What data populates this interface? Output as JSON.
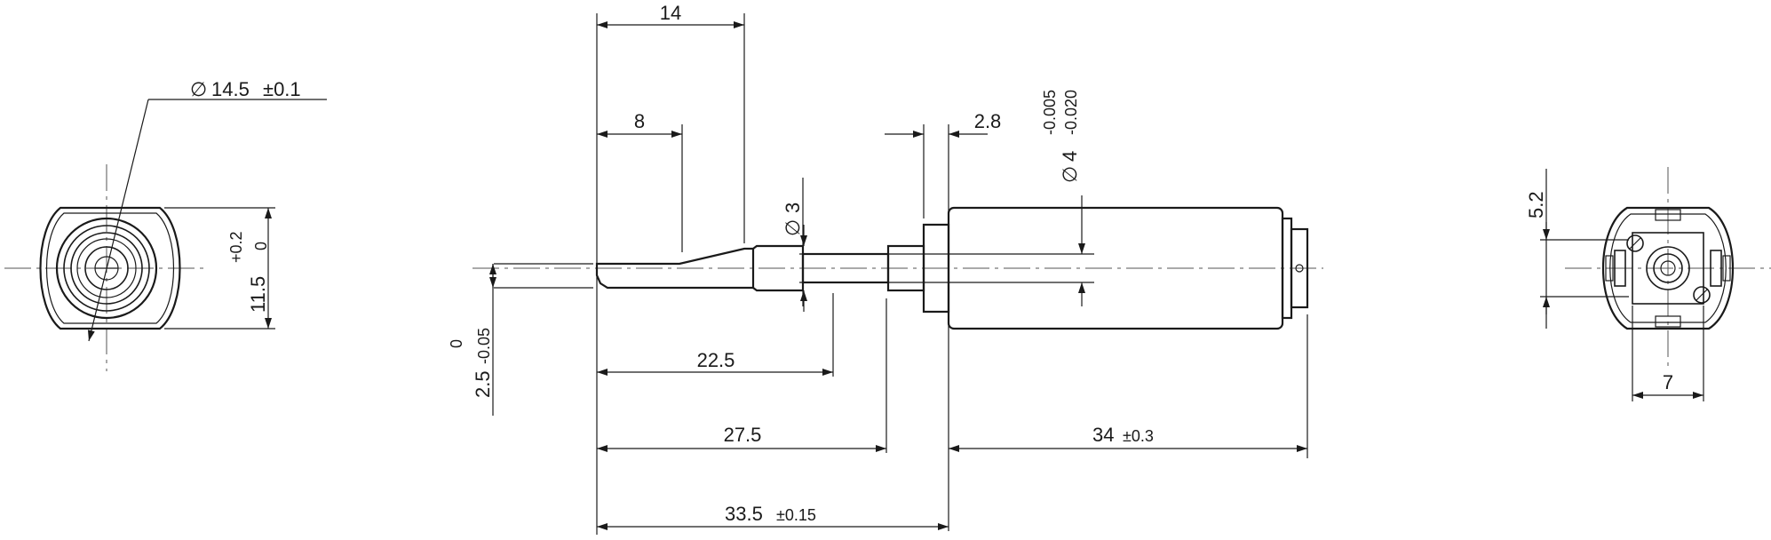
{
  "dimensions": {
    "left_diameter": "14.5",
    "left_diameter_tol": "±0.1",
    "left_height": "11.5",
    "left_height_tol_upper": "+0.2",
    "left_height_tol_lower": "0",
    "len_14": "14",
    "len_8": "8",
    "len_2_8": "2.8",
    "dia_3": "3",
    "dia_4": "4",
    "dia_4_tol_upper": "-0.005",
    "dia_4_tol_lower": "-0.020",
    "shaft_2_5": "2.5",
    "shaft_2_5_tol_upper": "0",
    "shaft_2_5_tol_lower": "-0.05",
    "len_22_5": "22.5",
    "len_27_5": "27.5",
    "len_33_5": "33.5",
    "len_33_5_tol": "±0.15",
    "len_34": "34",
    "len_34_tol": "±0.3",
    "right_5_2": "5.2",
    "right_7": "7"
  },
  "symbols": {
    "diameter": "∅"
  }
}
